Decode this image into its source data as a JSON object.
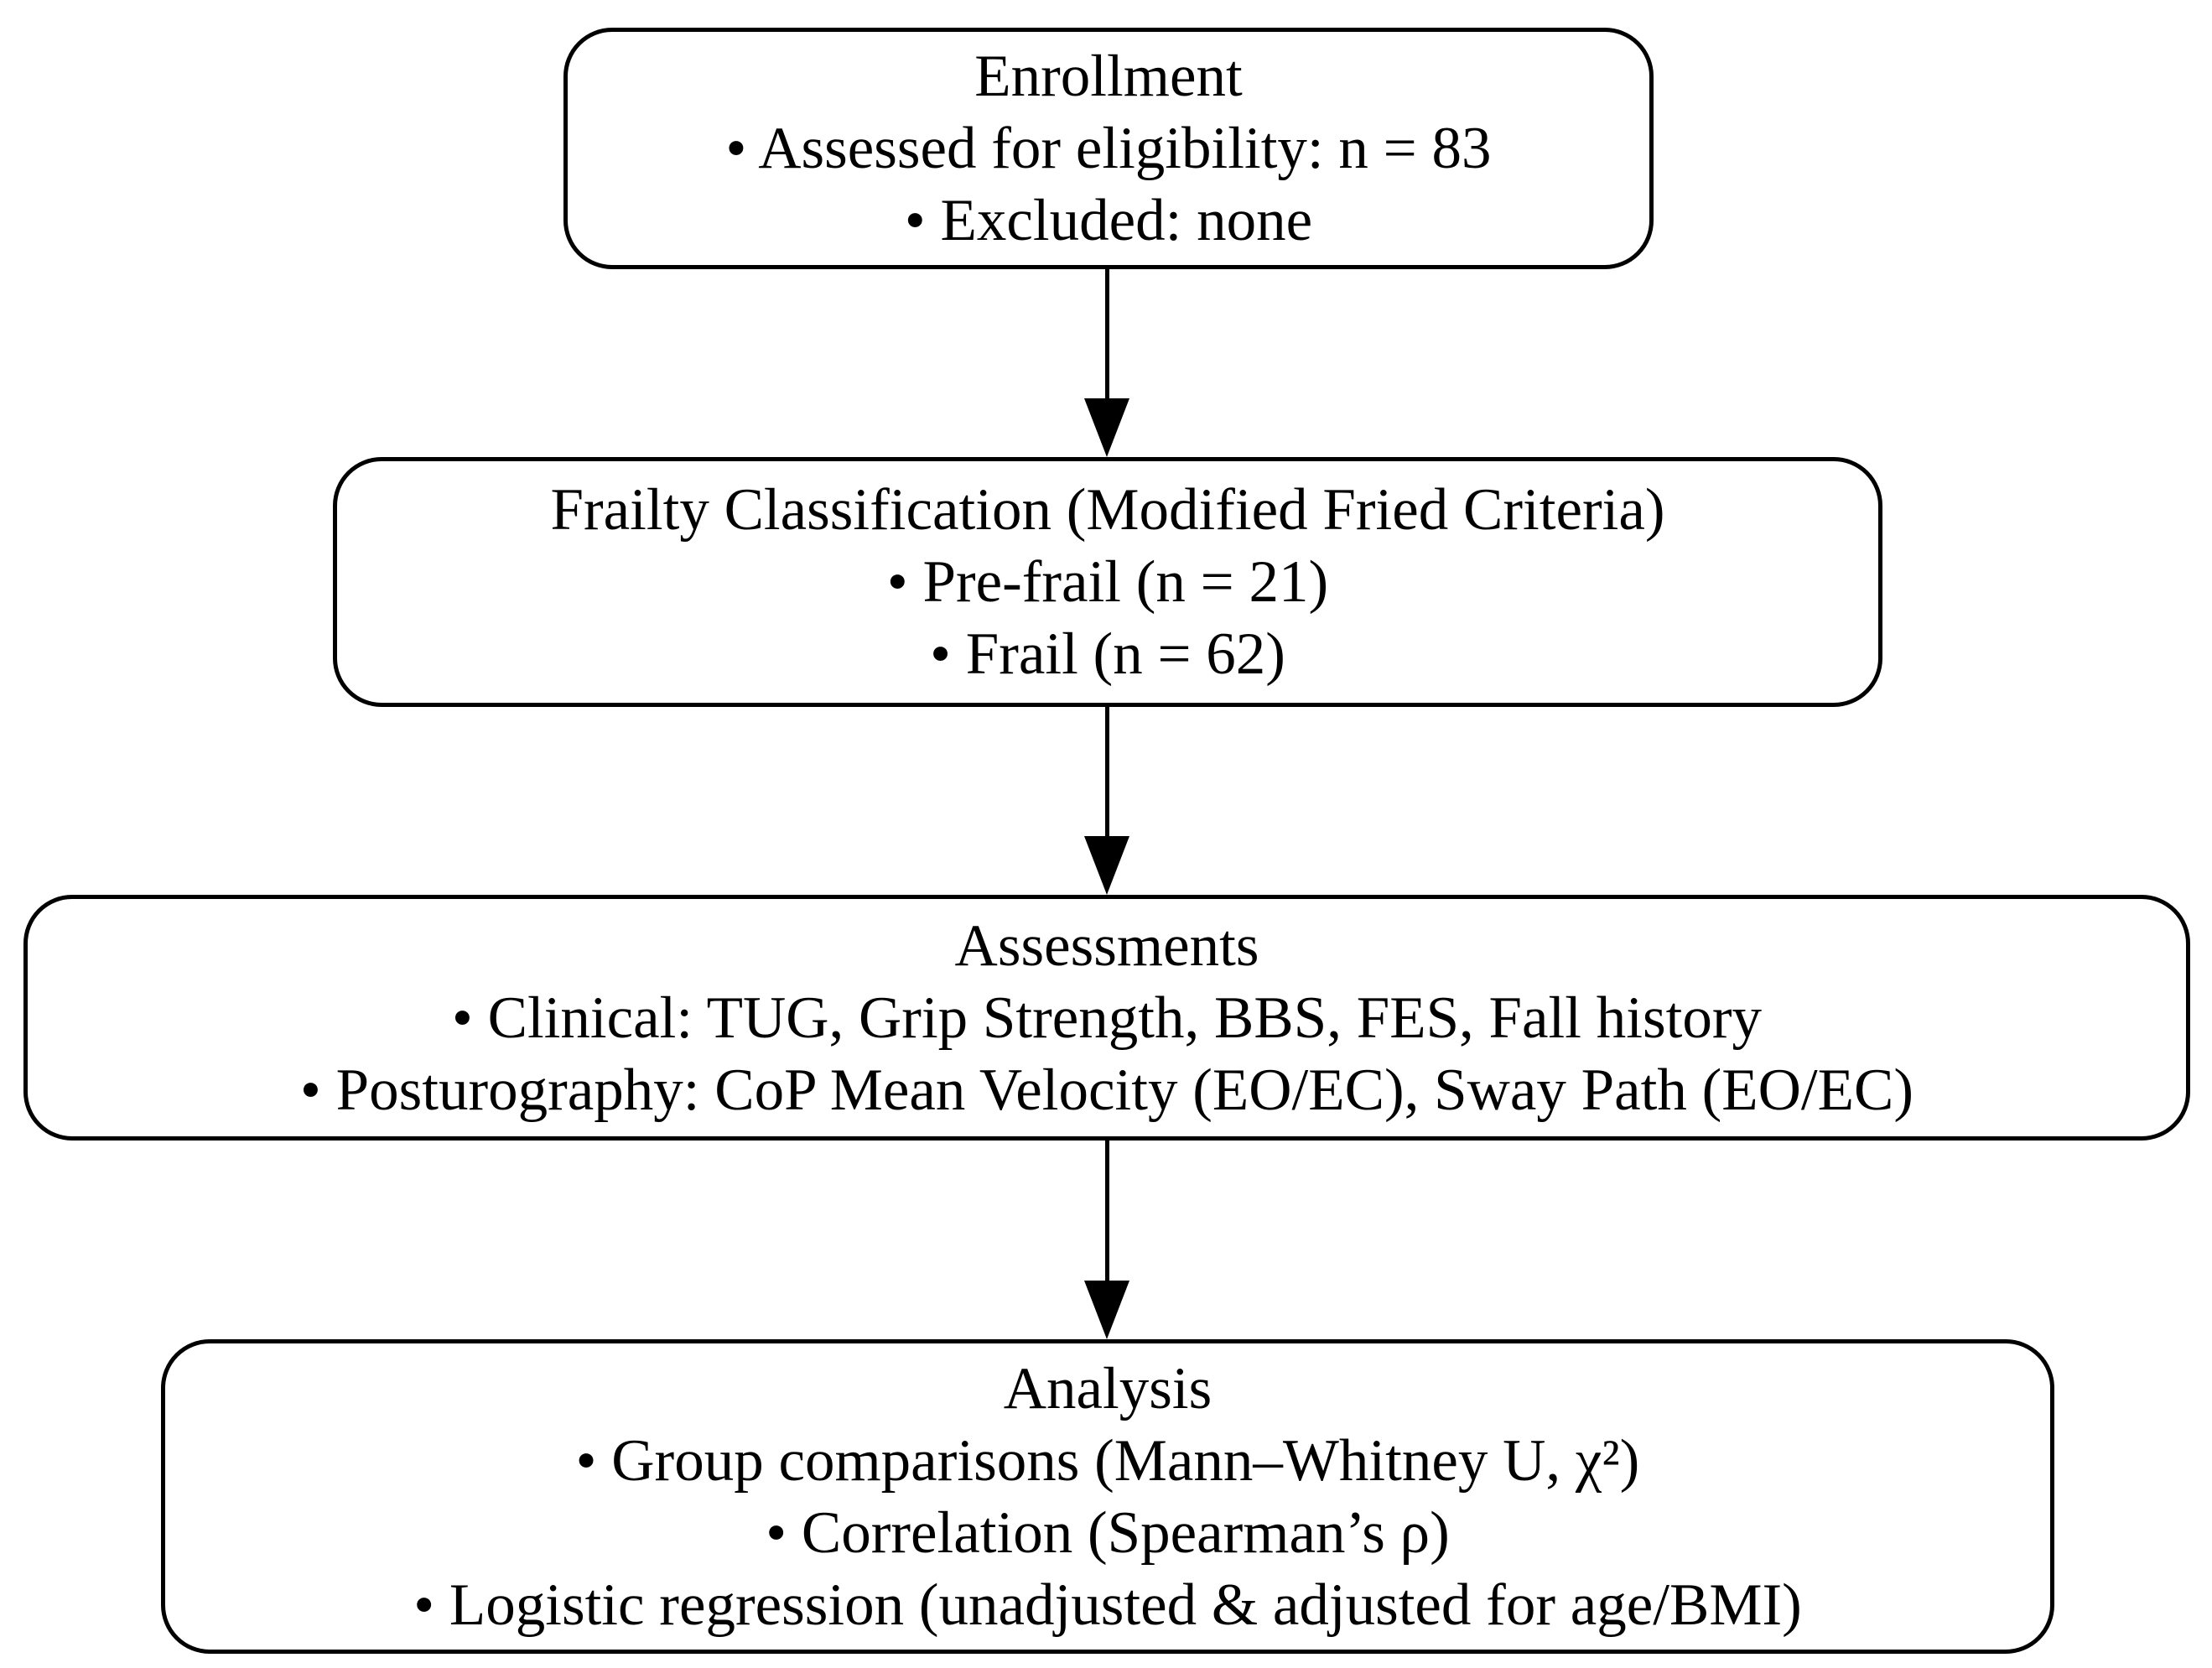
{
  "colors": {
    "background": "#ffffff",
    "box_border": "#000000",
    "text": "#000000",
    "arrow": "#000000"
  },
  "boxes": [
    {
      "title": "Enrollment",
      "lines": [
        "• Assessed for eligibility: n = 83",
        "• Excluded: none"
      ]
    },
    {
      "title": "Frailty Classification (Modified Fried Criteria)",
      "lines": [
        "• Pre-frail (n = 21)",
        "• Frail (n = 62)"
      ]
    },
    {
      "title": "Assessments",
      "lines": [
        "• Clinical: TUG, Grip Strength, BBS, FES, Fall history",
        "• Posturography: CoP Mean Velocity (EO/EC), Sway Path (EO/EC)"
      ]
    },
    {
      "title": "Analysis",
      "lines": [
        "• Group comparisons (Mann–Whitney U, χ²)",
        "• Correlation (Spearman’s ρ)",
        "• Logistic regression (unadjusted & adjusted for age/BMI)"
      ]
    }
  ]
}
